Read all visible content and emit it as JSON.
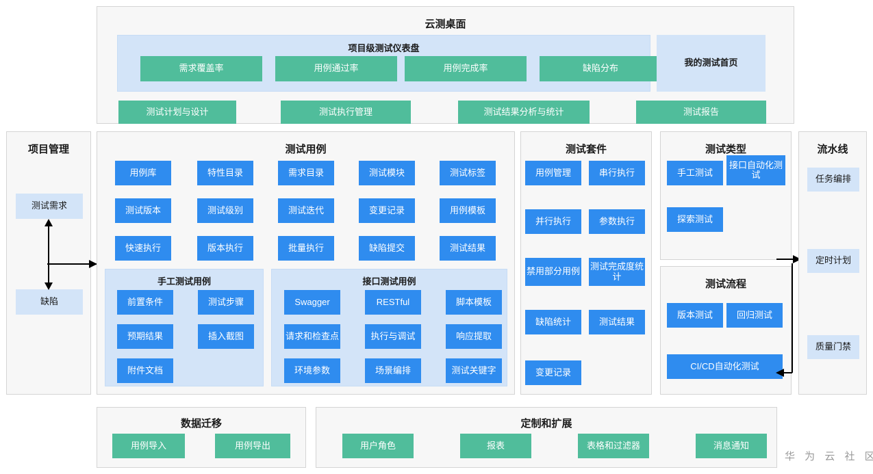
{
  "top": {
    "title": "云测桌面",
    "dashboard": {
      "title": "项目级测试仪表盘",
      "metrics": [
        "需求覆盖率",
        "用例通过率",
        "用例完成率",
        "缺陷分布"
      ]
    },
    "my_home": "我的测试首页",
    "actions": [
      "测试计划与设计",
      "测试执行管理",
      "测试结果分析与统计",
      "测试报告"
    ]
  },
  "project_management": {
    "title": "项目管理",
    "items": [
      "测试需求",
      "缺陷"
    ]
  },
  "test_case": {
    "title": "测试用例",
    "grid": [
      "用例库",
      "特性目录",
      "需求目录",
      "测试模块",
      "测试标签",
      "测试版本",
      "测试级别",
      "测试迭代",
      "变更记录",
      "用例模板",
      "快速执行",
      "版本执行",
      "批量执行",
      "缺陷提交",
      "测试结果"
    ],
    "manual": {
      "title": "手工测试用例",
      "items": [
        "前置条件",
        "测试步骤",
        "预期结果",
        "插入截图",
        "附件文档"
      ]
    },
    "api": {
      "title": "接口测试用例",
      "items": [
        "Swagger",
        "RESTful",
        "脚本模板",
        "请求和检查点",
        "执行与调试",
        "响应提取",
        "环境参数",
        "场景编排",
        "测试关键字"
      ]
    }
  },
  "test_suite": {
    "title": "测试套件",
    "items": [
      "用例管理",
      "串行执行",
      "并行执行",
      "参数执行",
      "禁用部分用例",
      "测试完成度统计",
      "缺陷统计",
      "测试结果",
      "变更记录"
    ]
  },
  "test_type": {
    "title": "测试类型",
    "items": [
      "手工测试",
      "接口自动化测试",
      "探索测试"
    ]
  },
  "test_process": {
    "title": "测试流程",
    "items": [
      "版本测试",
      "回归测试",
      "CI/CD自动化测试"
    ]
  },
  "pipeline": {
    "title": "流水线",
    "items": [
      "任务编排",
      "定时计划",
      "质量门禁"
    ]
  },
  "data_migration": {
    "title": "数据迁移",
    "items": [
      "用例导入",
      "用例导出"
    ]
  },
  "customization": {
    "title": "定制和扩展",
    "items": [
      "用户角色",
      "报表",
      "表格和过滤器",
      "消息通知"
    ]
  },
  "watermark": "华 为 云 社 区",
  "colors": {
    "blue": "#2f8cef",
    "green": "#50bd9b",
    "light_blue": "#d3e4f8",
    "panel_bg": "#f7f7f7",
    "border": "#d4d4d4"
  }
}
